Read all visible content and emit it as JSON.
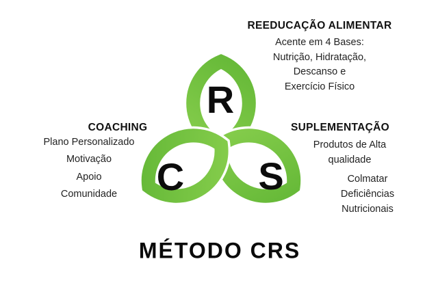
{
  "title": "MÉTODO CRS",
  "triquetra": {
    "letters": {
      "top": "R",
      "left": "C",
      "right": "S"
    },
    "colors": {
      "green_dark": "#5bb231",
      "green_mid": "#84cc4b",
      "green_light": "#c6ec95",
      "casing": "#ffffff"
    }
  },
  "sections": {
    "reeducacao": {
      "heading": "REEDUCAÇÃO ALIMENTAR",
      "lines": [
        "Acente em 4 Bases:",
        "Nutrição, Hidratação,",
        "Descanso e",
        "Exercício Físico"
      ]
    },
    "coaching": {
      "heading": "COACHING",
      "lines": [
        "Plano Personalizado",
        "Motivação",
        "Apoio",
        "Comunidade"
      ]
    },
    "suplementacao": {
      "heading": "SUPLEMENTAÇÃO",
      "group1": [
        "Produtos de Alta",
        "qualidade"
      ],
      "group2": [
        "Colmatar",
        "Deficiências",
        "Nutricionais"
      ]
    }
  }
}
